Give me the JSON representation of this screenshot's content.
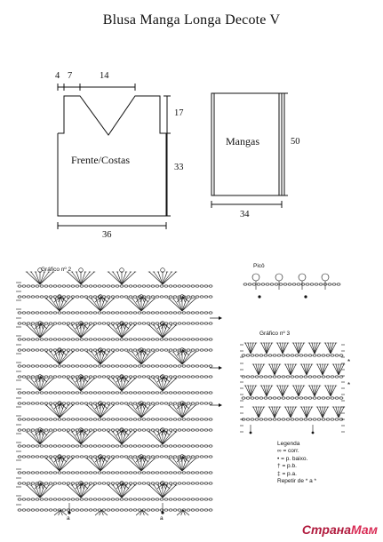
{
  "title": "Blusa Manga Longa Decote V",
  "front_piece": {
    "label": "Frente/Costas",
    "dims": {
      "top_a": "4",
      "top_b": "7",
      "top_c": "14",
      "right_top": "17",
      "right_bottom": "33",
      "bottom": "36"
    }
  },
  "sleeve": {
    "label": "Mangas",
    "dims": {
      "height": "50",
      "width": "34"
    }
  },
  "chart_2": {
    "title": "Gráfico nº 2",
    "bottom_marks": [
      "a",
      "a"
    ]
  },
  "picot": {
    "title": "Picô"
  },
  "chart_3": {
    "title": "Gráfico nº 3"
  },
  "legend": {
    "title": "Legenda",
    "items": [
      {
        "symbol": "∞",
        "text": "= corr."
      },
      {
        "symbol": "•",
        "text": "= p. baixo."
      },
      {
        "symbol": "†",
        "text": "= p.b."
      },
      {
        "symbol": "‡",
        "text": "= p.a."
      }
    ],
    "repeat": "Repetir de * a *"
  },
  "watermark": {
    "part1": "Страна",
    "part2": "Мам"
  },
  "colors": {
    "ink": "#111111",
    "watermark_1": "#b11b3e",
    "watermark_2": "#d92d56"
  }
}
